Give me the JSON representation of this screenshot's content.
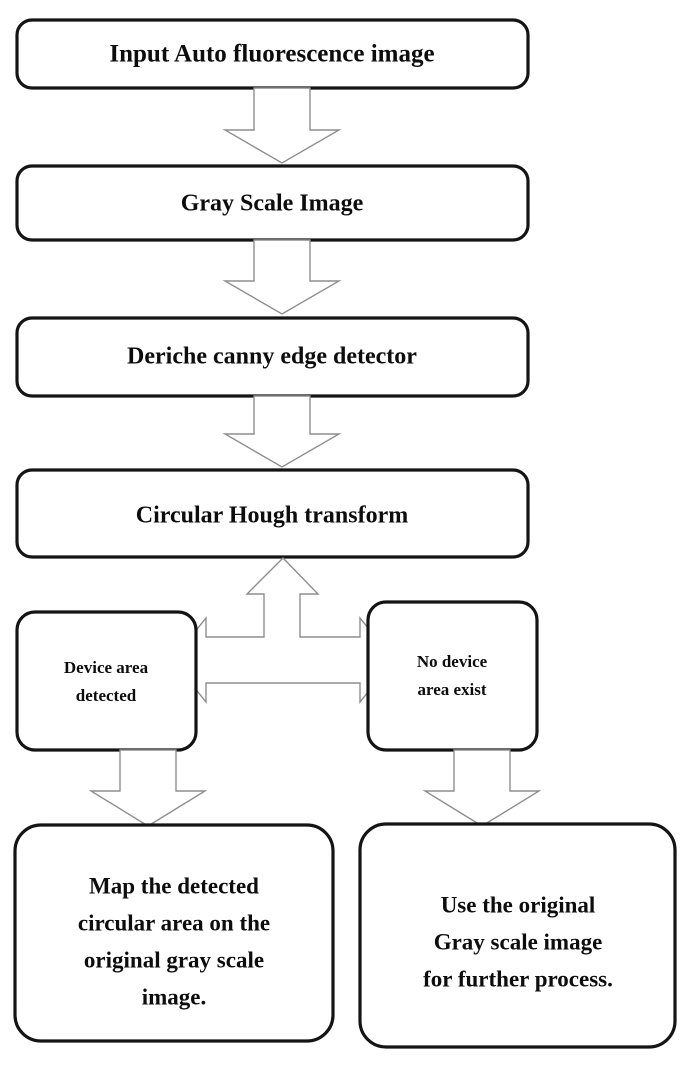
{
  "diagram": {
    "title": "Auto fluorescence image processing flowchart",
    "type": "flowchart",
    "background_color": "#ffffff",
    "node_border_color": "#141414",
    "node_fill_color": "#ffffff",
    "arrow_outline_color": "#8e8e8e",
    "arrow_fill_color": "#ffffff",
    "text_color": "#0d0d0d"
  },
  "nodes": {
    "input_image": {
      "id": "input-auto-fluorescence-image",
      "lines": [
        "Input Auto fluorescence image"
      ]
    },
    "gray_scale": {
      "id": "gray-scale-image",
      "lines": [
        "Gray Scale Image"
      ]
    },
    "deriche": {
      "id": "deriche-canny-edge-detector",
      "lines": [
        "Deriche canny edge detector"
      ]
    },
    "hough": {
      "id": "circular-hough-transform",
      "lines": [
        "Circular Hough transform"
      ]
    },
    "device_detected": {
      "id": "device-area-detected",
      "lines": [
        "Device area",
        "detected"
      ]
    },
    "no_device": {
      "id": "no-device-area-exist",
      "lines": [
        "No device",
        "area exist"
      ]
    },
    "map_circular": {
      "id": "map-detected-circular-area",
      "lines": [
        "Map the detected",
        "circular area on the",
        "original gray scale",
        "image."
      ]
    },
    "use_original": {
      "id": "use-original-gray-scale-image",
      "lines": [
        "Use the original",
        "Gray scale image",
        "for further process."
      ]
    }
  },
  "connectors": [
    {
      "id": "arrow-input-to-gray",
      "direction": "down"
    },
    {
      "id": "arrow-gray-to-deriche",
      "direction": "down"
    },
    {
      "id": "arrow-deriche-to-hough",
      "direction": "down"
    },
    {
      "id": "arrow-hough-branch",
      "direction": "up-left-right"
    },
    {
      "id": "arrow-device-to-map",
      "direction": "down"
    },
    {
      "id": "arrow-nodevice-to-use",
      "direction": "down"
    }
  ]
}
